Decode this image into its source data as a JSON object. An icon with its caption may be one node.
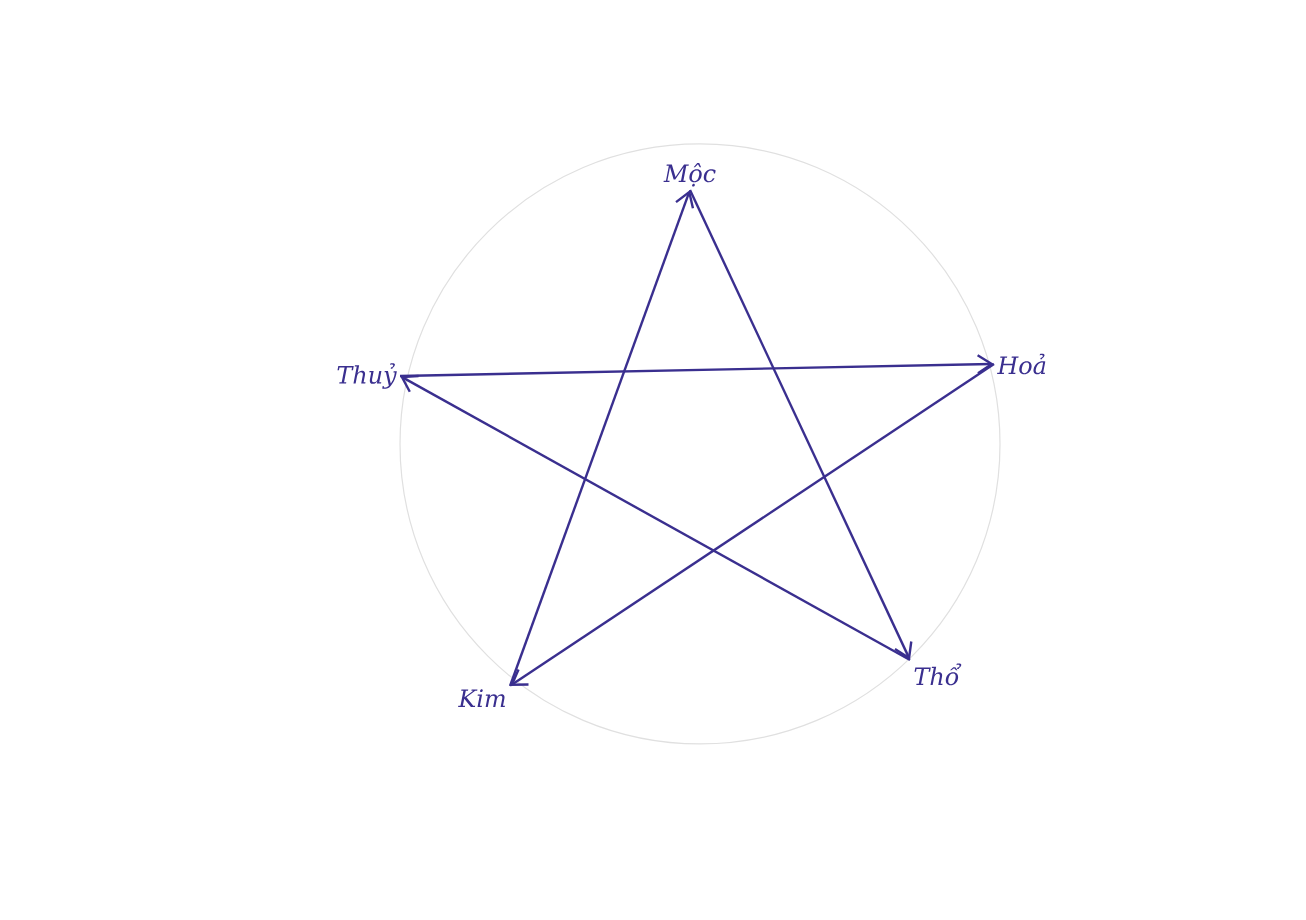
{
  "diagram": {
    "nodes": [
      {
        "text": [
          "Mộc"
        ]
      },
      {
        "text": [
          "Hoả"
        ]
      },
      {
        "text": [
          "Thổ"
        ]
      },
      {
        "text": [
          "Kim"
        ]
      },
      {
        "text": [
          "Thuỷ"
        ]
      }
    ],
    "edges": [
      {
        "from": 4,
        "to": 1,
        "arrow": "to"
      },
      {
        "from": 1,
        "to": 3,
        "arrow": "to"
      },
      {
        "from": 3,
        "to": 0,
        "arrow": "to"
      },
      {
        "from": 0,
        "to": 2,
        "arrow": "to"
      },
      {
        "from": 2,
        "to": 4,
        "arrow": "to"
      }
    ]
  }
}
